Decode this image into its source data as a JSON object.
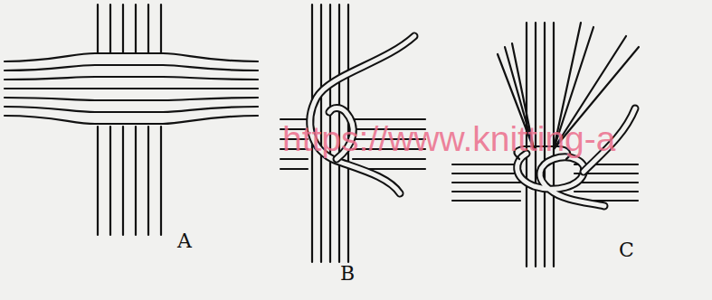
{
  "diagram": {
    "labels": [
      "A",
      "B",
      "C",
      "https://www.knitting-a"
    ]
  }
}
